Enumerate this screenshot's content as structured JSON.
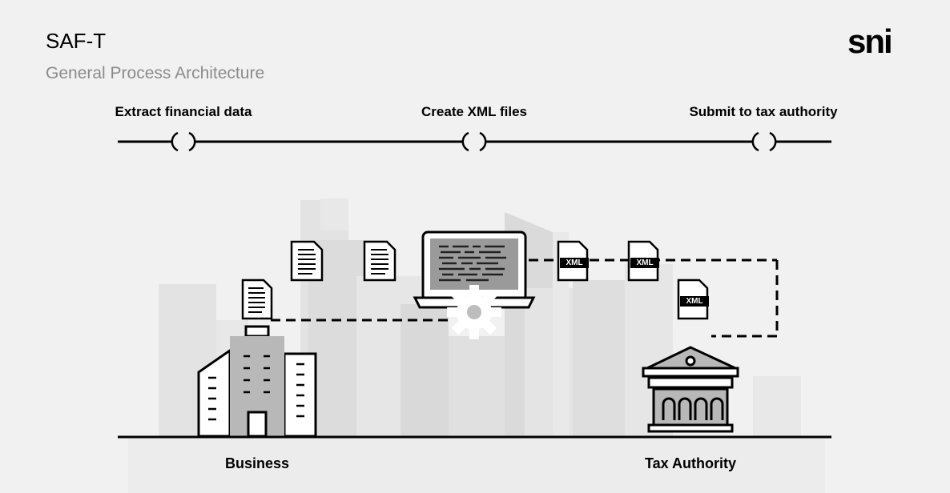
{
  "header": {
    "title": "SAF-T",
    "subtitle": "General Process Architecture",
    "logo": "sni"
  },
  "steps": [
    {
      "label": "Extract financial data"
    },
    {
      "label": "Create XML files"
    },
    {
      "label": "Submit to tax authority"
    }
  ],
  "entities": {
    "business": "Business",
    "tax_authority": "Tax Authority"
  },
  "xml_files": [
    {
      "tag": "XML"
    },
    {
      "tag": "XML"
    },
    {
      "tag": "XML"
    }
  ],
  "colors": {
    "background": "#f1f1f1",
    "skyline": "#e2e2e2",
    "accent_gray": "#9a9a9a",
    "subtitle": "#8c8c8c"
  }
}
